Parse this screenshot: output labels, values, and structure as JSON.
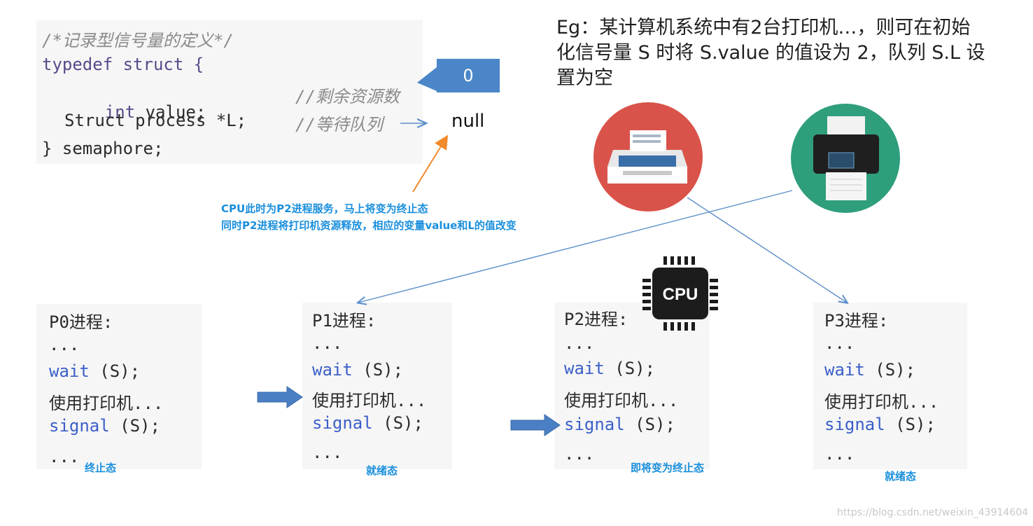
{
  "code": {
    "comment_title": "/*记录型信号量的定义*/",
    "line1": "typedef struct {",
    "line2_kw": "int",
    "line2_rest": " value;",
    "line2_comment": "//剩余资源数",
    "line3_code": "Struct process *L;",
    "line3_comment": "//等待队列",
    "line4": "} semaphore;"
  },
  "value_box": "0",
  "null_label": "null",
  "note": {
    "line1": "CPU此时为P2进程服务，马上将变为终止态",
    "line2": "同时P2进程将打印机资源释放，相应的变量value和L的值改变"
  },
  "eg_text": {
    "line1": "Eg：某计算机系统中有2台打印机…，则可在初始",
    "line2": "化信号量 S 时将 S.value 的值设为 2，队列 S.L 设",
    "line3": "置为空"
  },
  "cpu_label": "CPU",
  "processes": [
    {
      "title": "P0进程:",
      "dots": "...",
      "wait_kw": "wait",
      "wait_rest": " (S);",
      "use": "使用打印机...",
      "signal_kw": "signal",
      "signal_rest": " (S);",
      "end": "...",
      "state": "终止态"
    },
    {
      "title": "P1进程:",
      "dots": "...",
      "wait_kw": "wait",
      "wait_rest": " (S);",
      "use": "使用打印机...",
      "signal_kw": "signal",
      "signal_rest": " (S);",
      "end": "...",
      "state": "就绪态"
    },
    {
      "title": "P2进程:",
      "dots": "...",
      "wait_kw": "wait",
      "wait_rest": " (S);",
      "use": "使用打印机...",
      "signal_kw": "signal",
      "signal_rest": " (S);",
      "end": "...",
      "state": "即将变为终止态"
    },
    {
      "title": "P3进程:",
      "dots": "...",
      "wait_kw": "wait",
      "wait_rest": " (S);",
      "use": "使用打印机...",
      "signal_kw": "signal",
      "signal_rest": " (S);",
      "end": "...",
      "state": "就绪态"
    }
  ],
  "watermark": "https://blog.csdn.net/weixin_43914604",
  "colors": {
    "accent_blue": "#1a8fdc",
    "keyword_blue": "#3b5fc9",
    "box_blue": "#4a86c8",
    "arrow_orange": "#f08a2a",
    "printer_red": "#d9534a",
    "printer_green": "#2f9e7c"
  }
}
